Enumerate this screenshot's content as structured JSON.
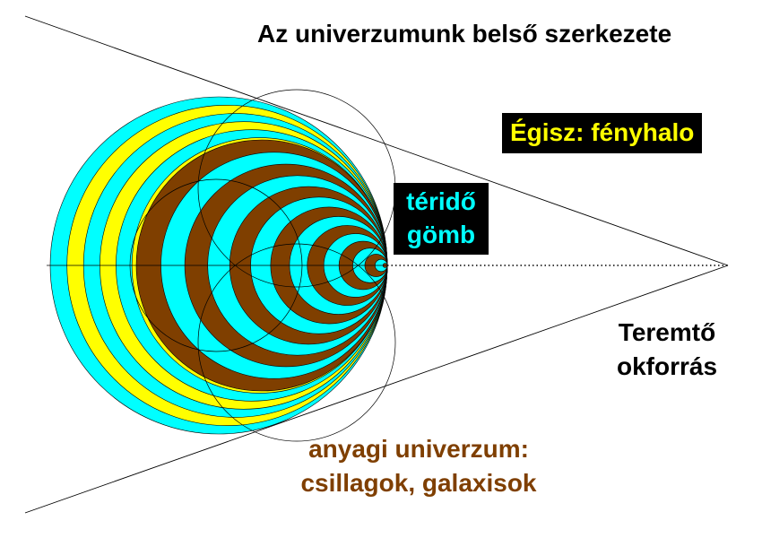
{
  "title": "Az univerzumunk belső szerkezete",
  "labels": {
    "halo": "Égisz: fényhalo",
    "sphere_line1": "téridő",
    "sphere_line2": "gömb",
    "source_line1": "Teremtő",
    "source_line2": "okforrás",
    "universe_line1": "anyagi univerzum:",
    "universe_line2": "csillagok, galaxisok"
  },
  "colors": {
    "outer_a": "#00ffff",
    "outer_b": "#ffff00",
    "inner_a": "#7f3f00",
    "inner_b": "#00ffff",
    "halo_text": "#ffff00",
    "sphere_text": "#00ffff",
    "universe_text": "#7f3f00",
    "label_box": "#000000",
    "lines": "#000000"
  }
}
